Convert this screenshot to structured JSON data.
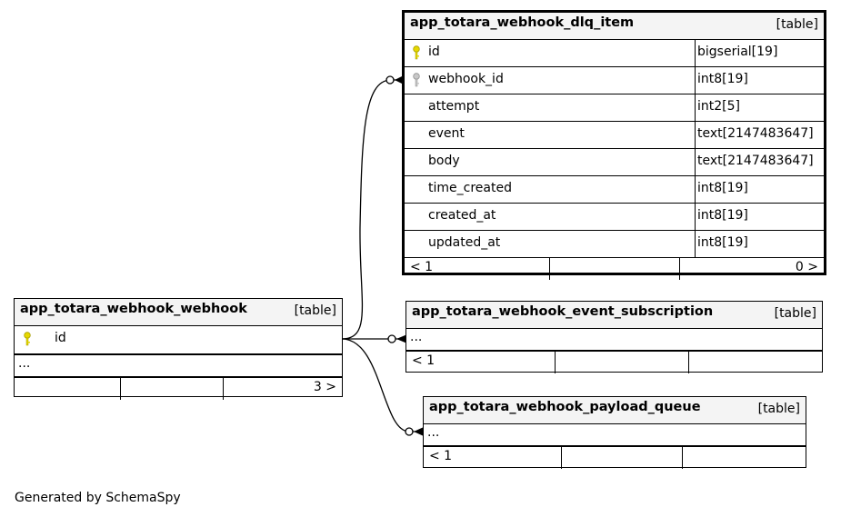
{
  "tables": {
    "dlq": {
      "name": "app_totara_webhook_dlq_item",
      "type": "[table]",
      "columns": [
        {
          "name": "id",
          "type": "bigserial[19]",
          "key": "primary"
        },
        {
          "name": "webhook_id",
          "type": "int8[19]",
          "key": "foreign"
        },
        {
          "name": "attempt",
          "type": "int2[5]",
          "key": ""
        },
        {
          "name": "event",
          "type": "text[2147483647]",
          "key": ""
        },
        {
          "name": "body",
          "type": "text[2147483647]",
          "key": ""
        },
        {
          "name": "time_created",
          "type": "int8[19]",
          "key": ""
        },
        {
          "name": "created_at",
          "type": "int8[19]",
          "key": ""
        },
        {
          "name": "updated_at",
          "type": "int8[19]",
          "key": ""
        }
      ],
      "parents": "< 1",
      "children": "0 >"
    },
    "webhook": {
      "name": "app_totara_webhook_webhook",
      "type": "[table]",
      "column": "id",
      "ellipsis": "...",
      "children": "3 >"
    },
    "subscription": {
      "name": "app_totara_webhook_event_subscription",
      "type": "[table]",
      "ellipsis": "...",
      "parents": "< 1"
    },
    "payload": {
      "name": "app_totara_webhook_payload_queue",
      "type": "[table]",
      "ellipsis": "...",
      "parents": "< 1"
    }
  },
  "footer": "Generated by SchemaSpy",
  "colors": {
    "primary_key": "#e6d800",
    "foreign_key": "#b0b0b0",
    "header_bg": "#f4f4f4"
  }
}
